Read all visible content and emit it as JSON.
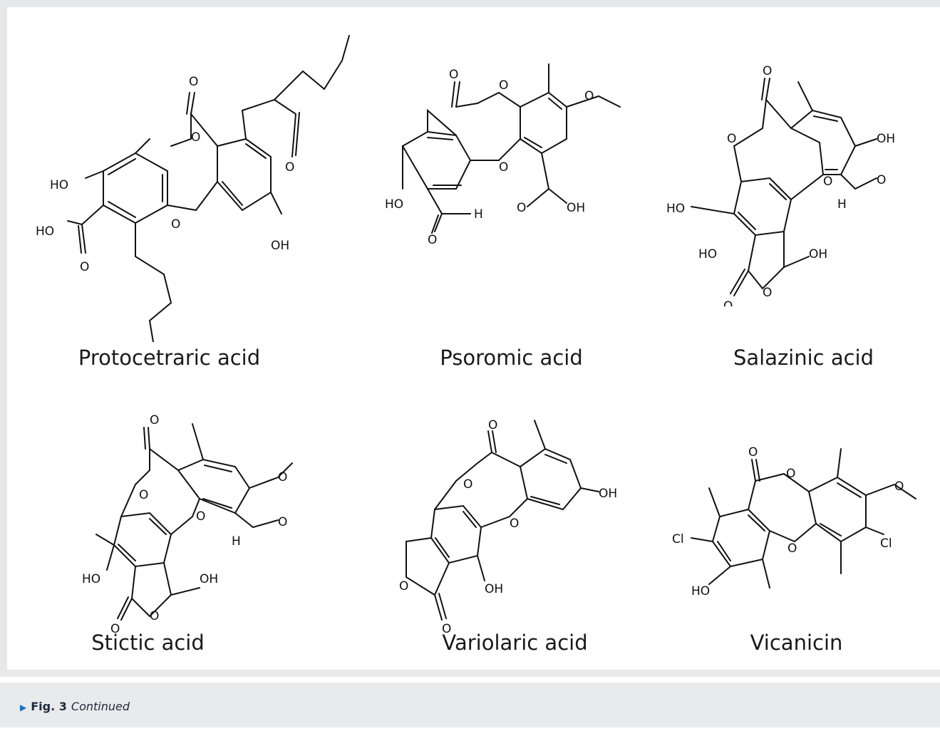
{
  "compounds": [
    {
      "name": "Protocetraric acid"
    },
    {
      "name": "Psoromic acid"
    },
    {
      "name": "Salazinic acid"
    },
    {
      "name": "Stictic acid"
    },
    {
      "name": "Variolaric acid"
    },
    {
      "name": "Vicanicin"
    }
  ],
  "atoms": {
    "o": "O",
    "oh": "OH",
    "ho": "HO",
    "h": "H",
    "cl": "Cl"
  },
  "caption": {
    "figure_number": "Fig. 3",
    "text": "Continued"
  }
}
